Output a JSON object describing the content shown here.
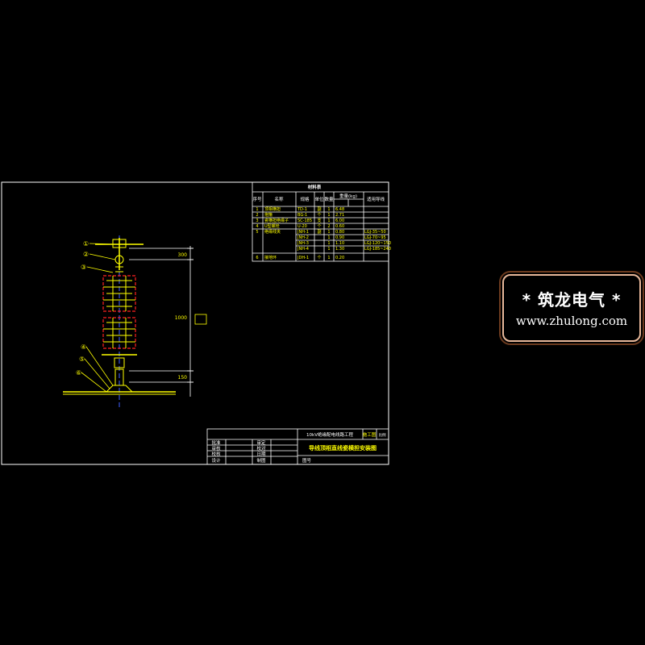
{
  "bom": {
    "title": "材料表",
    "headers": {
      "no": "序号",
      "name": "名称",
      "spec": "规格",
      "unit": "单位",
      "qty": "数量",
      "weight": "重量(kg)",
      "remark": "适用导线"
    },
    "rows": [
      {
        "no": "1",
        "name": "顶相横担",
        "spec": "TD-1",
        "unit": "副",
        "qty": "1",
        "weight": "6.48"
      },
      {
        "no": "2",
        "name": "抱箍",
        "spec": "BG-1",
        "unit": "个",
        "qty": "1",
        "weight": "2.71"
      },
      {
        "no": "3",
        "name": "瓷横担绝缘子",
        "spec": "SC-185",
        "unit": "支",
        "qty": "1",
        "weight": "6.00"
      },
      {
        "no": "4",
        "name": "U型螺栓",
        "spec": "U-20",
        "unit": "个",
        "qty": "2",
        "weight": "0.60"
      },
      {
        "no": "5",
        "name": "绝缘线夹",
        "spec": "JNH-1",
        "unit": "副",
        "qty": "1",
        "weight": "0.80",
        "remark": "LGJ-35~50"
      },
      {
        "no": "",
        "name": "",
        "spec": "JNH-2",
        "unit": "",
        "qty": "1",
        "weight": "0.90",
        "remark": "LGJ-70~95"
      },
      {
        "no": "",
        "name": "",
        "spec": "JNH-3",
        "unit": "",
        "qty": "1",
        "weight": "1.10",
        "remark": "LGJ-120~150"
      },
      {
        "no": "",
        "name": "",
        "spec": "JNH-4",
        "unit": "",
        "qty": "1",
        "weight": "1.30",
        "remark": "LGJ-185~240"
      },
      {
        "no": "6",
        "name": "接地环",
        "spec": "JDH-1",
        "unit": "个",
        "qty": "1",
        "weight": "0.20"
      }
    ]
  },
  "callouts": [
    "①",
    "②",
    "③",
    "④",
    "⑤",
    "⑥"
  ],
  "dims": {
    "top": "300",
    "middle": "1000",
    "bottom": "150"
  },
  "titleblock": {
    "project": "10kV绝缘配电线路工程",
    "drawing_title": "导线顶相直线瓷横担安装图",
    "stage": "施工图",
    "scale_label": "比例",
    "drawing_no_label": "图号",
    "sign_labels_left": [
      "批准",
      "审核",
      "校核",
      "设计"
    ],
    "sign_labels_right": [
      "审定",
      "校对",
      "日期",
      "制图"
    ]
  },
  "watermark": {
    "title": "* 筑龙电气 *",
    "url": "www.zhulong.com"
  },
  "colors": {
    "frame": "#ffffff",
    "drawing": "#ffff00",
    "insulator": "#ff2020",
    "axis": "#4060ff",
    "watermark_border": "#e8b89a"
  }
}
